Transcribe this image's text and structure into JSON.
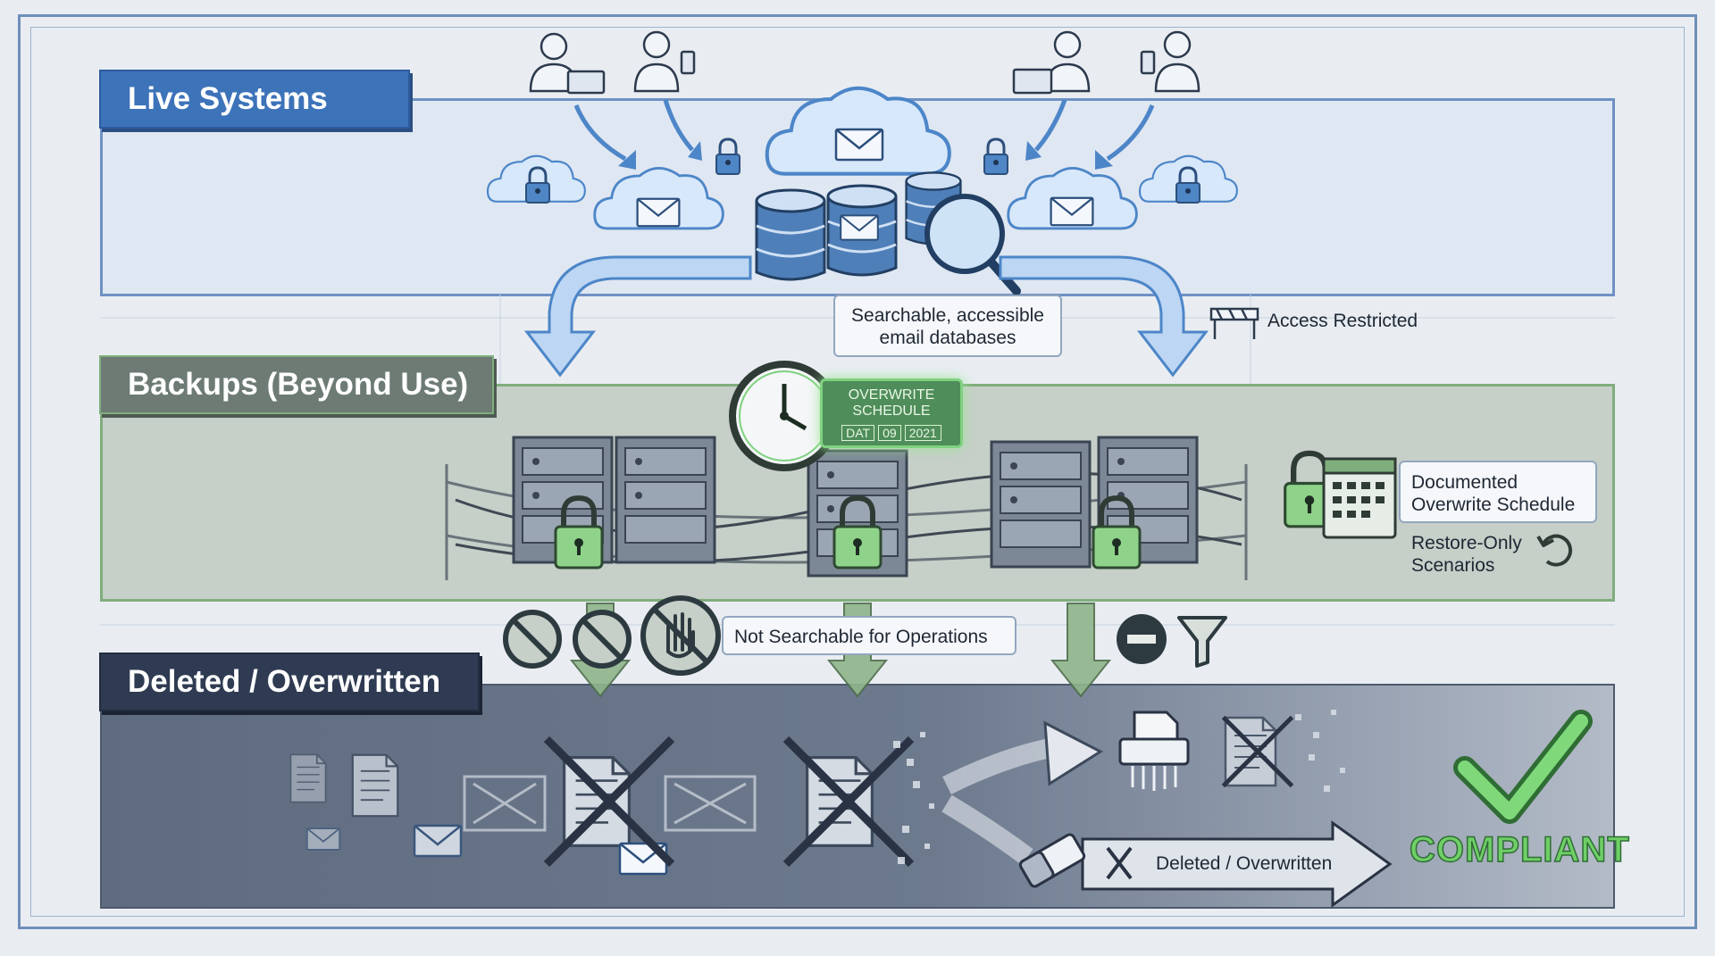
{
  "tiers": {
    "live": {
      "label": "Live Systems"
    },
    "backup": {
      "label": "Backups (Beyond Use)"
    },
    "deleted": {
      "label": "Deleted / Overwritten"
    }
  },
  "callouts": {
    "searchable": {
      "line1": "Searchable, accessible",
      "line2": "email databases"
    },
    "access_restricted": "Access Restricted",
    "documented": {
      "line1": "Documented",
      "line2": "Overwrite Schedule"
    },
    "restore_only": {
      "line1": "Restore-Only",
      "line2": "Scenarios"
    },
    "not_searchable": "Not Searchable for Operations",
    "deleted_arrow": "Deleted / Overwritten",
    "compliant": "COMPLIANT"
  },
  "schedule_sign": {
    "line1": "OVERWRITE",
    "line2": "SCHEDULE",
    "cells": [
      "DAT",
      "09",
      "2021"
    ]
  },
  "colors": {
    "live_blue": "#3d73b9",
    "backup_green": "#7fae7c",
    "deleted_navy": "#2f3b52",
    "compliant_green": "#6fcf66"
  },
  "icons": [
    "user-laptop-icon",
    "user-phone-icon",
    "cloud-icon",
    "envelope-icon",
    "database-icon",
    "magnifier-icon",
    "padlock-icon",
    "clock-icon",
    "server-rack-icon",
    "chain-icon",
    "prohibited-icon",
    "stop-hand-icon",
    "minus-circle-icon",
    "funnel-icon",
    "document-icon",
    "shredder-icon",
    "eraser-icon",
    "barrier-icon",
    "calendar-icon",
    "restore-icon",
    "checkmark-icon"
  ]
}
